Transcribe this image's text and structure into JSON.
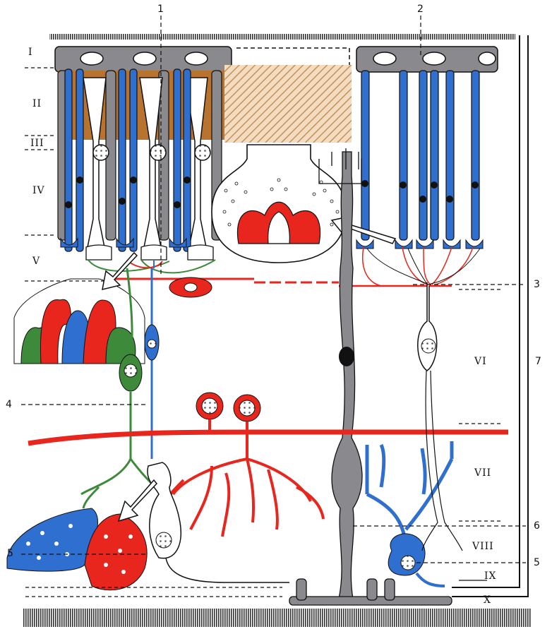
{
  "layer_labels": [
    "I",
    "II",
    "III",
    "IV",
    "V",
    "VI",
    "VII",
    "VIII",
    "IX",
    "X"
  ],
  "callout_labels": [
    "1",
    "2",
    "3",
    "4",
    "5",
    "5",
    "6",
    "7"
  ],
  "colors": {
    "cone_blue": "#2f6fd0",
    "rod_gray": "#8a8a8e",
    "pigment_brown": "#b8742e",
    "horizontal_red": "#e8261d",
    "bipolar_green": "#3c8a3a",
    "ink": "#111111"
  }
}
